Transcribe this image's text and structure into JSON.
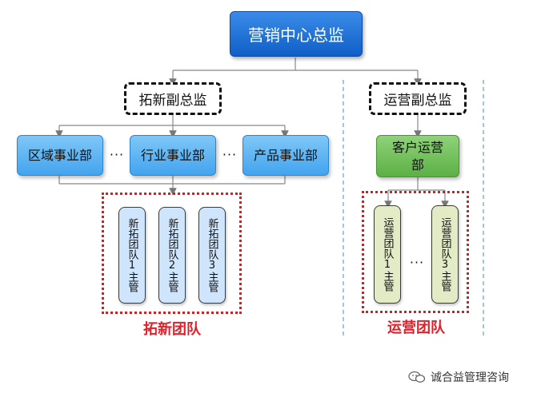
{
  "ceo": "营销中心总监",
  "vp_expansion": "拓新副总监",
  "vp_operations": "运营副总监",
  "divisions": [
    "区域事业部",
    "行业事业部",
    "产品事业部"
  ],
  "customer_ops": "客户运营部",
  "expansion_managers": [
    "新拓团队1主管",
    "新拓团队2主管",
    "新拓团队3主管"
  ],
  "ops_managers": [
    "运营团队1主管",
    "运营团队3主管"
  ],
  "team_expansion_label": "拓新团队",
  "team_ops_label": "运营团队",
  "dots": "···",
  "watermark": "诚合益管理咨询",
  "colors": {
    "dark_blue": "#0f5fc7",
    "light_blue": "#43a4ee",
    "green": "#5cb044",
    "team_red": "#e0202a"
  }
}
